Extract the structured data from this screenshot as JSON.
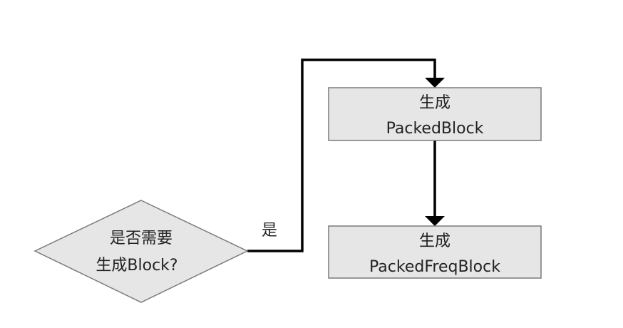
{
  "nodes": {
    "decision": {
      "line1": "是否需要",
      "line2": "生成Block?"
    },
    "packed_block": {
      "line1": "生成",
      "line2": "PackedBlock"
    },
    "packed_freq_block": {
      "line1": "生成",
      "line2": "PackedFreqBlock"
    }
  },
  "edges": {
    "yes_label": "是"
  },
  "colors": {
    "node_fill": "#e6e6e6",
    "node_stroke": "#7a7a7a",
    "edge": "#000000",
    "text": "#222222"
  }
}
